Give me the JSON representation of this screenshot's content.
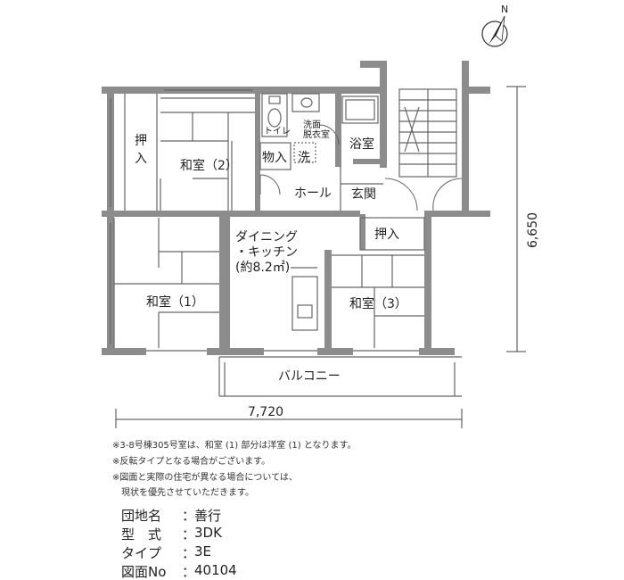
{
  "plan": {
    "rooms": {
      "washitsu_1": "和室（1）",
      "washitsu_2": "和室（2）",
      "washitsu_3": "和室（3）",
      "oshiire_left": "押\n入",
      "oshiire_right": "押入",
      "toilet": "トイレ",
      "senmen": "洗面\n脱衣室",
      "monoire": "物入",
      "sen": "洗",
      "yokushitsu": "浴室",
      "hall": "ホール",
      "genkan": "玄関",
      "dining": "ダイニング\n・キッチン\n(約8.2㎡)",
      "balcony": "バルコニー"
    },
    "dimensions": {
      "width": "7,720",
      "depth": "6,650"
    },
    "compass": "N"
  },
  "notes": [
    "※3-8号棟305号室は、和室 (1) 部分は洋室 (1) となります。",
    "※反転タイプとなる場合がございます。",
    "※図面と実際の住宅が異なる場合については、",
    "　現状を優先させていただきます。"
  ],
  "info": [
    {
      "key": "団地名",
      "value": "善行"
    },
    {
      "key": "型　式",
      "value": "3DK"
    },
    {
      "key": "タイプ",
      "value": "3E"
    },
    {
      "key": "図面No",
      "value": "40104"
    }
  ]
}
